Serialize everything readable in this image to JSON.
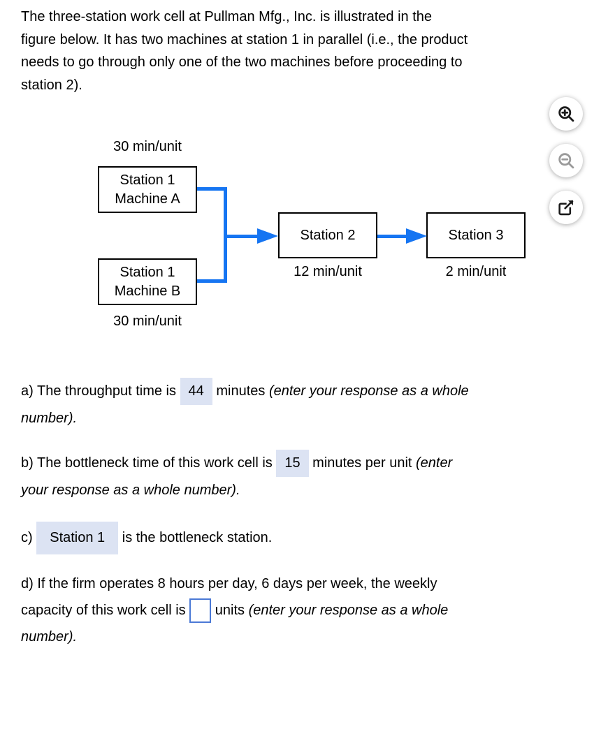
{
  "intro": "The three-station work cell at Pullman Mfg., Inc. is illustrated in the\nfigure below. It has two machines at station 1 in parallel (i.e., the product\nneeds to go through only one of the two machines before proceeding to\nstation 2).",
  "figure": {
    "machine_a": {
      "line1": "Station 1",
      "line2": "Machine A",
      "rate": "30 min/unit"
    },
    "machine_b": {
      "line1": "Station 1",
      "line2": "Machine B",
      "rate": "30 min/unit"
    },
    "station2": {
      "label": "Station 2",
      "rate": "12 min/unit"
    },
    "station3": {
      "label": "Station 3",
      "rate": "2 min/unit"
    }
  },
  "toolbar": {
    "buttons": [
      {
        "icon": "zoom-in-icon",
        "state": "enabled"
      },
      {
        "icon": "zoom-out-icon",
        "state": "disabled"
      },
      {
        "icon": "external-link-icon",
        "state": "enabled"
      }
    ]
  },
  "questions": {
    "a": {
      "prefix": "a) The throughput time is",
      "answer": "44",
      "middle": "minutes",
      "italic": "(enter your response as a whole\nnumber)."
    },
    "b": {
      "prefix": "b) The bottleneck time of this work cell is",
      "answer": "15",
      "middle": "minutes per unit",
      "italic": "(enter\nyour response as a whole number)."
    },
    "c": {
      "prefix": "c)",
      "answer": "Station 1",
      "suffix": "is the bottleneck station."
    },
    "d": {
      "prefix": "d) If the firm operates 8 hours per day, 6 days per week, the weekly\ncapacity of this work cell is",
      "answer": "",
      "middle": "units",
      "italic": "(enter your response as a whole\nnumber)."
    }
  },
  "colors": {
    "arrow": "#1675f2",
    "highlight": "#dce3f3",
    "input_border": "#4b79d6",
    "box_border": "#000000"
  }
}
